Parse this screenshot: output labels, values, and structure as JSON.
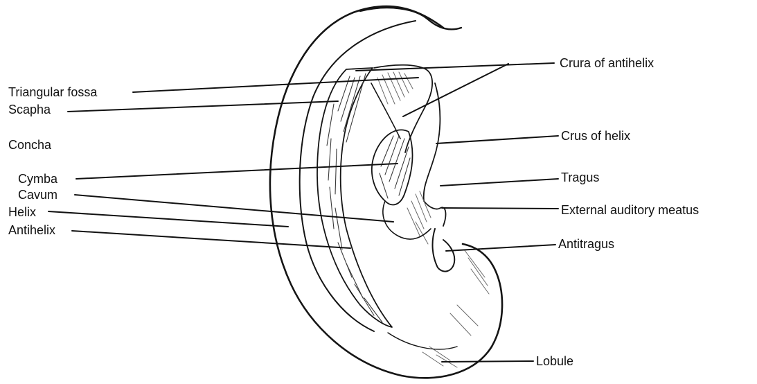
{
  "labels": {
    "triangular_fossa": "Triangular fossa",
    "scapha": "Scapha",
    "concha": "Concha",
    "cymba": "Cymba",
    "cavum": "Cavum",
    "helix": "Helix",
    "antihelix": "Antihelix",
    "crura_of_antihelix": "Crura of antihelix",
    "crus_of_helix": "Crus of helix",
    "tragus": "Tragus",
    "external_auditory_meatus": "External auditory meatus",
    "antitragus": "Antitragus",
    "lobule": "Lobule"
  }
}
